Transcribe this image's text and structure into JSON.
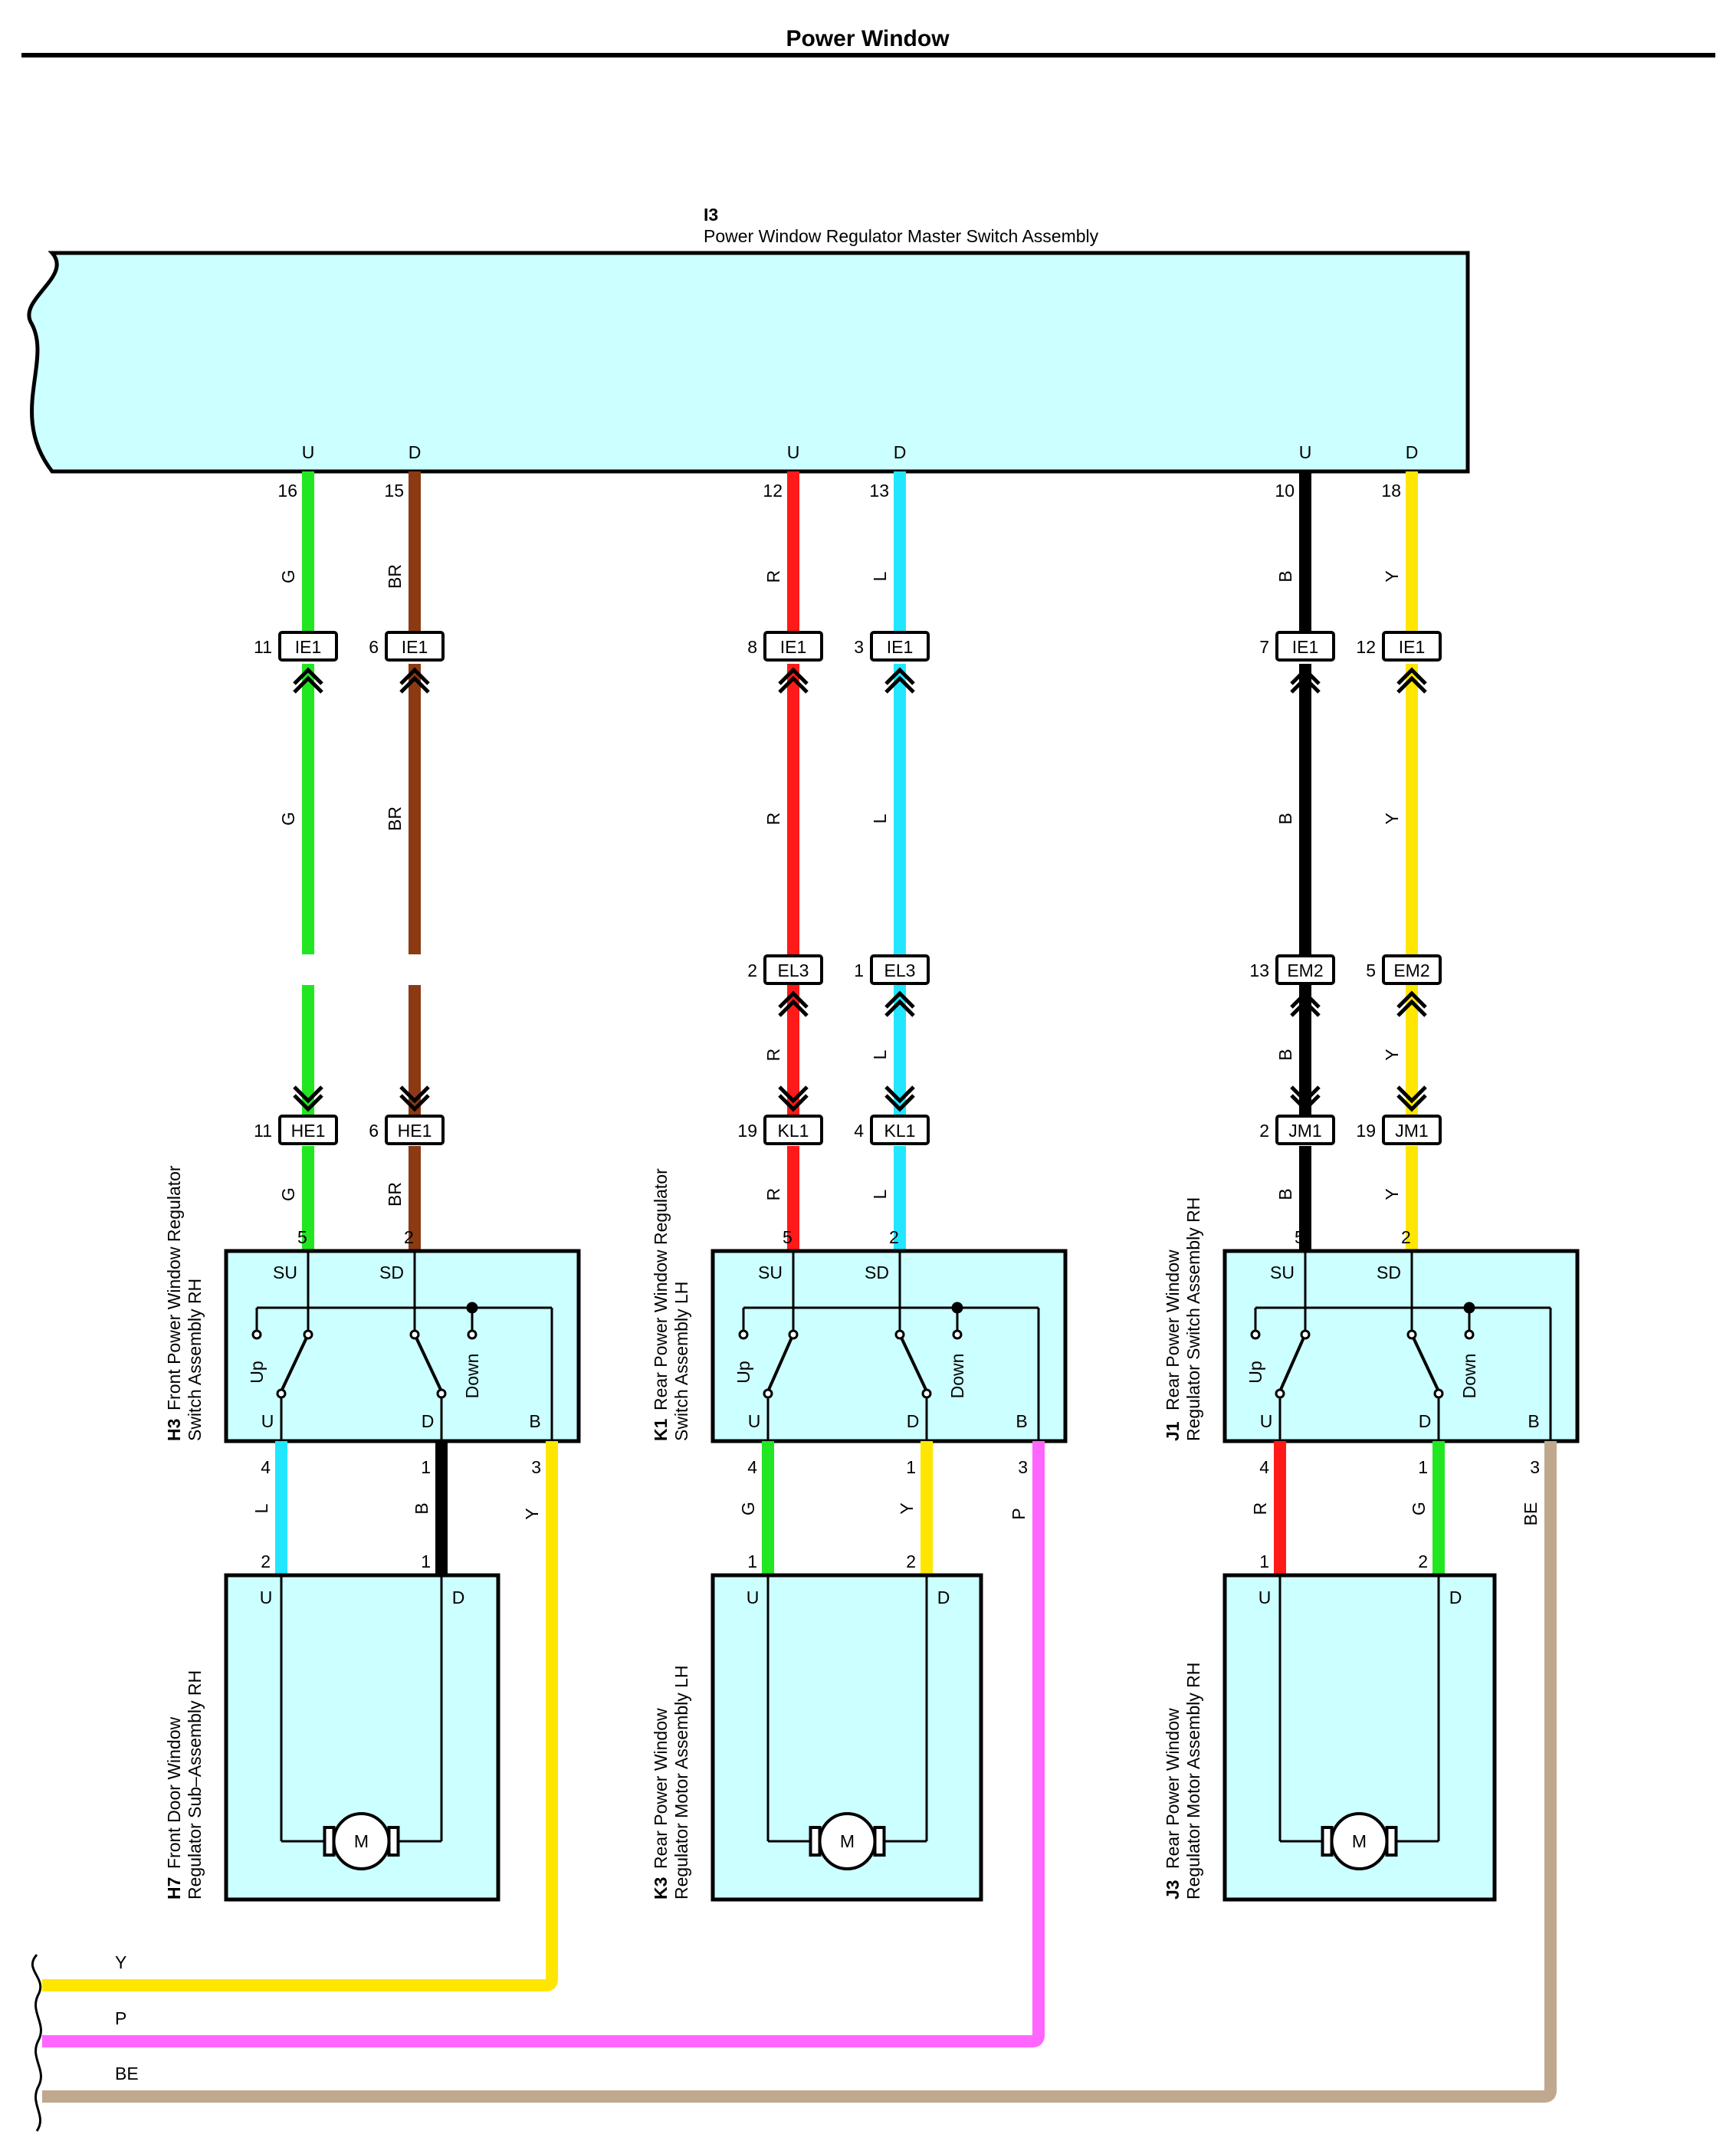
{
  "page": {
    "title": "Power Window"
  },
  "master": {
    "ref": "I3",
    "name": "Power Window Regulator Master Switch Assembly",
    "terminals": [
      {
        "label": "U",
        "pin": "16"
      },
      {
        "label": "D",
        "pin": "15"
      },
      {
        "label": "U",
        "pin": "12"
      },
      {
        "label": "D",
        "pin": "13"
      },
      {
        "label": "U",
        "pin": "10"
      },
      {
        "label": "D",
        "pin": "18"
      }
    ]
  },
  "colors": {
    "G": "#22e622",
    "BR": "#8b3a14",
    "R": "#ff1a1a",
    "L": "#22e6ff",
    "B": "#000000",
    "Y": "#ffe600",
    "P": "#ff66ff",
    "BE": "#bfa88e",
    "panel": "#ccffff"
  },
  "circuits": [
    {
      "wires": [
        {
          "top_code": "G",
          "ie1_pin": "11",
          "ie1": "IE1",
          "mid_code": "G",
          "mid_connector": null,
          "mid_pin": null,
          "lower_code": null,
          "bottom_connector": "HE1",
          "bottom_pin": "11",
          "sw_code": "G",
          "sw_pin": "5",
          "sw_term": "SU"
        },
        {
          "top_code": "BR",
          "ie1_pin": "6",
          "ie1": "IE1",
          "mid_code": "BR",
          "mid_connector": null,
          "mid_pin": null,
          "lower_code": null,
          "bottom_connector": "HE1",
          "bottom_pin": "6",
          "sw_code": "BR",
          "sw_pin": "2",
          "sw_term": "SD"
        }
      ],
      "switch": {
        "ref": "H3",
        "name_1": "Front Power Window Regulator",
        "name_2": "Switch Assembly RH",
        "up": "Up",
        "down": "Down",
        "term_u": "U",
        "term_d": "D",
        "term_b": "B",
        "out": [
          {
            "pin": "4",
            "code": "L",
            "motor_pin": "2"
          },
          {
            "pin": "1",
            "code": "B",
            "motor_pin": "1"
          },
          {
            "pin": "3",
            "code": "Y"
          }
        ]
      },
      "motor": {
        "ref": "H7",
        "name_1": "Front Door Window",
        "name_2": "Regulator Sub–Assembly RH",
        "term_u": "U",
        "term_d": "D",
        "symbol": "M"
      }
    },
    {
      "wires": [
        {
          "top_code": "R",
          "ie1_pin": "8",
          "ie1": "IE1",
          "mid_code": "R",
          "mid_connector": "EL3",
          "mid_pin": "2",
          "lower_code": "R",
          "bottom_connector": "KL1",
          "bottom_pin": "19",
          "sw_code": "R",
          "sw_pin": "5",
          "sw_term": "SU"
        },
        {
          "top_code": "L",
          "ie1_pin": "3",
          "ie1": "IE1",
          "mid_code": "L",
          "mid_connector": "EL3",
          "mid_pin": "1",
          "lower_code": "L",
          "bottom_connector": "KL1",
          "bottom_pin": "4",
          "sw_code": "L",
          "sw_pin": "2",
          "sw_term": "SD"
        }
      ],
      "switch": {
        "ref": "K1",
        "name_1": "Rear Power Window Regulator",
        "name_2": "Switch Assembly LH",
        "up": "Up",
        "down": "Down",
        "term_u": "U",
        "term_d": "D",
        "term_b": "B",
        "out": [
          {
            "pin": "4",
            "code": "G",
            "motor_pin": "1"
          },
          {
            "pin": "1",
            "code": "Y",
            "motor_pin": "2"
          },
          {
            "pin": "3",
            "code": "P"
          }
        ]
      },
      "motor": {
        "ref": "K3",
        "name_1": "Rear Power Window",
        "name_2": "Regulator Motor Assembly LH",
        "term_u": "U",
        "term_d": "D",
        "symbol": "M"
      }
    },
    {
      "wires": [
        {
          "top_code": "B",
          "ie1_pin": "7",
          "ie1": "IE1",
          "mid_code": "B",
          "mid_connector": "EM2",
          "mid_pin": "13",
          "lower_code": "B",
          "bottom_connector": "JM1",
          "bottom_pin": "2",
          "sw_code": "B",
          "sw_pin": "5",
          "sw_term": "SU"
        },
        {
          "top_code": "Y",
          "ie1_pin": "12",
          "ie1": "IE1",
          "mid_code": "Y",
          "mid_connector": "EM2",
          "mid_pin": "5",
          "lower_code": "Y",
          "bottom_connector": "JM1",
          "bottom_pin": "19",
          "sw_code": "Y",
          "sw_pin": "2",
          "sw_term": "SD"
        }
      ],
      "switch": {
        "ref": "J1",
        "name_1": "Rear Power Window",
        "name_2": "Regulator Switch Assembly RH",
        "up": "Up",
        "down": "Down",
        "term_u": "U",
        "term_d": "D",
        "term_b": "B",
        "out": [
          {
            "pin": "4",
            "code": "R",
            "motor_pin": "1"
          },
          {
            "pin": "1",
            "code": "G",
            "motor_pin": "2"
          },
          {
            "pin": "3",
            "code": "BE"
          }
        ]
      },
      "motor": {
        "ref": "J3",
        "name_1": "Rear Power Window",
        "name_2": "Regulator Motor Assembly RH",
        "term_u": "U",
        "term_d": "D",
        "symbol": "M"
      }
    }
  ],
  "bus": [
    {
      "code": "Y"
    },
    {
      "code": "P"
    },
    {
      "code": "BE"
    }
  ]
}
